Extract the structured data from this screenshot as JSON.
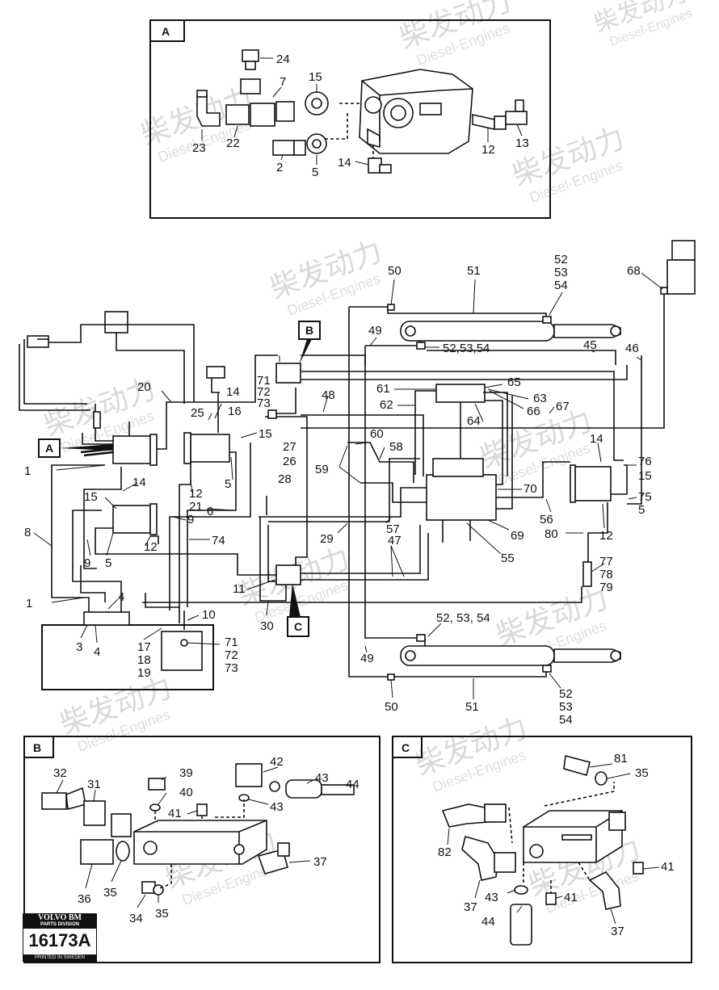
{
  "detail_tags": {
    "a": "A",
    "b": "B",
    "c": "C"
  },
  "watermark": {
    "cn": "柴发动力",
    "en": "Diesel-Engines"
  },
  "logo": {
    "brand": "VOLVO BM",
    "division": "PARTS DIVISION",
    "number": "16173",
    "suffix": "A",
    "printed": "PRINTED IN SWEDEN"
  },
  "labels": {
    "a_24": "24",
    "a_7": "7",
    "a_15": "15",
    "a_23": "23",
    "a_22": "22",
    "a_2": "2",
    "a_5": "5",
    "a_14": "14",
    "a_12": "12",
    "a_13": "13",
    "m_50t": "50",
    "m_51t": "51",
    "m_52t": "52",
    "m_53t": "53",
    "m_54t": "54",
    "m_68": "68",
    "m_49t": "49",
    "m_525354a": "52,53,54",
    "m_45": "45",
    "m_46": "46",
    "m_71a": "71",
    "m_72a": "72",
    "m_73a": "73",
    "m_48": "48",
    "m_61": "61",
    "m_65": "65",
    "m_62": "62",
    "m_63": "63",
    "m_66": "66",
    "m_64": "64",
    "m_67": "67",
    "m_20": "20",
    "m_25": "25",
    "m_14a": "14",
    "m_16": "16",
    "m_15a": "15",
    "m_27": "27",
    "m_26": "26",
    "m_60": "60",
    "m_58": "58",
    "m_59": "59",
    "m_28": "28",
    "m_14b": "14",
    "m_76": "76",
    "m_15b": "15",
    "m_1a": "1",
    "m_14c": "14",
    "m_5a": "5",
    "m_12a": "12",
    "m_21": "21",
    "m_6": "6",
    "m_75": "75",
    "m_5b": "5",
    "m_70": "70",
    "m_15c": "15",
    "m_9a": "9",
    "m_56": "56",
    "m_12b": "12",
    "m_8": "8",
    "m_57": "57",
    "m_80": "80",
    "m_69": "69",
    "m_29": "29",
    "m_74": "74",
    "m_12c": "12",
    "m_47": "47",
    "m_9b": "9",
    "m_5c": "5",
    "m_55": "55",
    "m_77": "77",
    "m_78": "78",
    "m_79": "79",
    "m_1b": "1",
    "m_4a": "4",
    "m_11": "11",
    "m_10": "10",
    "m_30": "30",
    "m_525354b": "52, 53, 54",
    "m_3": "3",
    "m_4b": "4",
    "m_17": "17",
    "m_18": "18",
    "m_19": "19",
    "m_71b": "71",
    "m_72b": "72",
    "m_73b": "73",
    "m_49b": "49",
    "m_50b": "50",
    "m_51b": "51",
    "m_52b": "52",
    "m_53b": "53",
    "m_54b": "54",
    "b_32": "32",
    "b_31": "31",
    "b_39": "39",
    "b_40": "40",
    "b_41": "41",
    "b_42": "42",
    "b_43a": "43",
    "b_44": "44",
    "b_43b": "43",
    "b_37": "37",
    "b_36": "36",
    "b_35a": "35",
    "b_34": "34",
    "b_35b": "35",
    "c_81": "81",
    "c_35": "35",
    "c_82": "82",
    "c_41a": "41",
    "c_37a": "37",
    "c_43": "43",
    "c_41b": "41",
    "c_44": "44",
    "c_37b": "37"
  }
}
